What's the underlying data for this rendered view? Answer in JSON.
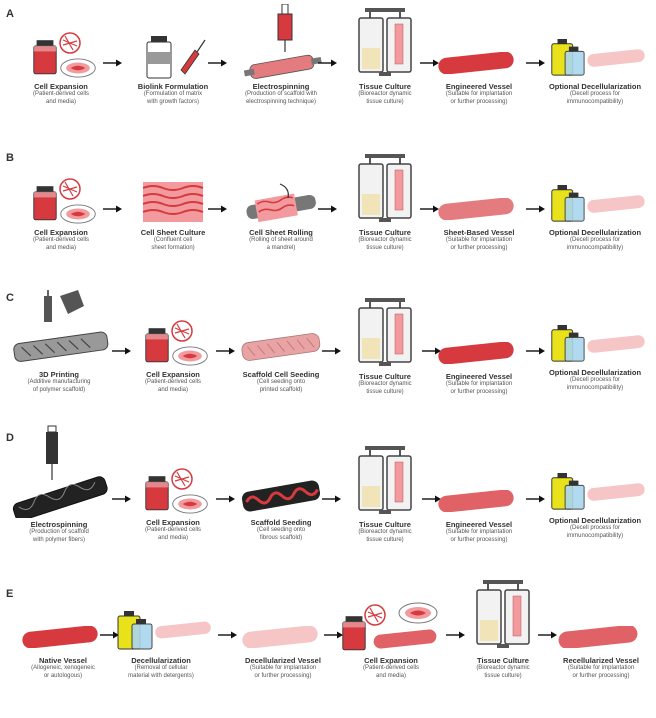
{
  "rows": [
    {
      "letter": "A",
      "steps": [
        {
          "title": "Cell Expansion",
          "sub": "(Patient-derived cells\nand media)"
        },
        {
          "title": "Biolink Formulation",
          "sub": "(Formulation of matrix\nwith growth factors)"
        },
        {
          "title": "Electrospinning",
          "sub": "(Production of scaffold with\nelectrospinning technique)"
        },
        {
          "title": "Tissue Culture",
          "sub": "(Bioreactor dynamic\ntissue culture)"
        },
        {
          "title": "Engineered Vessel",
          "sub": "(Suitable for implantation\nor further processing)"
        },
        {
          "title": "Optional Decellularization",
          "sub": "(Decell process for\nimmunocompatibility)"
        }
      ]
    },
    {
      "letter": "B",
      "steps": [
        {
          "title": "Cell Expansion",
          "sub": "(Patient-derived cells\nand media)"
        },
        {
          "title": "Cell Sheet Culture",
          "sub": "(Confluent cell\nsheet formation)"
        },
        {
          "title": "Cell Sheet Rolling",
          "sub": "(Rolling of sheet around\na mandrel)"
        },
        {
          "title": "Tissue Culture",
          "sub": "(Bioreactor dynamic\ntissue culture)"
        },
        {
          "title": "Sheet-Based Vessel",
          "sub": "(Suitable for implantation\nor further processing)"
        },
        {
          "title": "Optional Decellularization",
          "sub": "(Decell process for\nimmunocompatibility)"
        }
      ]
    },
    {
      "letter": "C",
      "steps": [
        {
          "title": "3D Printing",
          "sub": "(Additive manufacturing\nof polymer scaffold)"
        },
        {
          "title": "Cell Expansion",
          "sub": "(Patient-derived cells\nand media)"
        },
        {
          "title": "Scaffold Cell Seeding",
          "sub": "(Cell seeding onto\nprinted scaffold)"
        },
        {
          "title": "Tissue Culture",
          "sub": "(Bioreactor dynamic\ntissue culture)"
        },
        {
          "title": "Engineered Vessel",
          "sub": "(Suitable for implantation\nor further processing)"
        },
        {
          "title": "Optional Decellularization",
          "sub": "(Decell process for\nimmunocompatibility)"
        }
      ]
    },
    {
      "letter": "D",
      "steps": [
        {
          "title": "Electrospinning",
          "sub": "(Production of scaffold\nwith polymer fibers)"
        },
        {
          "title": "Cell Expansion",
          "sub": "(Patient-derived cells\nand media)"
        },
        {
          "title": "Scaffold Seeding",
          "sub": "(Cell seeding onto\nfibrous scaffold)"
        },
        {
          "title": "Tissue Culture",
          "sub": "(Bioreactor dynamic\ntissue culture)"
        },
        {
          "title": "Engineered Vessel",
          "sub": "(Suitable for implantation\nor further processing)"
        },
        {
          "title": "Optional Decellularization",
          "sub": "(Decell process for\nimmunocompatibility)"
        }
      ]
    },
    {
      "letter": "E",
      "steps": [
        {
          "title": "Native Vessel",
          "sub": "(Allogeneic, xenogeneic\nor autologous)"
        },
        {
          "title": "Decellularization",
          "sub": "(Removal of cellular\nmaterial with detergents)"
        },
        {
          "title": "Decellularized Vessel",
          "sub": "(Suitable for implantation\nor further processing)"
        },
        {
          "title": "Cell Expansion",
          "sub": "(Patient-derived cells\nand media)"
        },
        {
          "title": "Tissue Culture",
          "sub": "(Bioreactor dynamic\ntissue culture)"
        },
        {
          "title": "Recellularized Vessel",
          "sub": "(Suitable for implantation\nor further processing)"
        }
      ]
    }
  ],
  "colors": {
    "red": "#d63a3f",
    "pink": "#f29a9d",
    "light_pink": "#f6c5c5",
    "yellow": "#e9e21b",
    "blue": "#a9d5ee",
    "gray": "#8a8a8a",
    "dark": "#333333",
    "arrow": "#111111"
  }
}
